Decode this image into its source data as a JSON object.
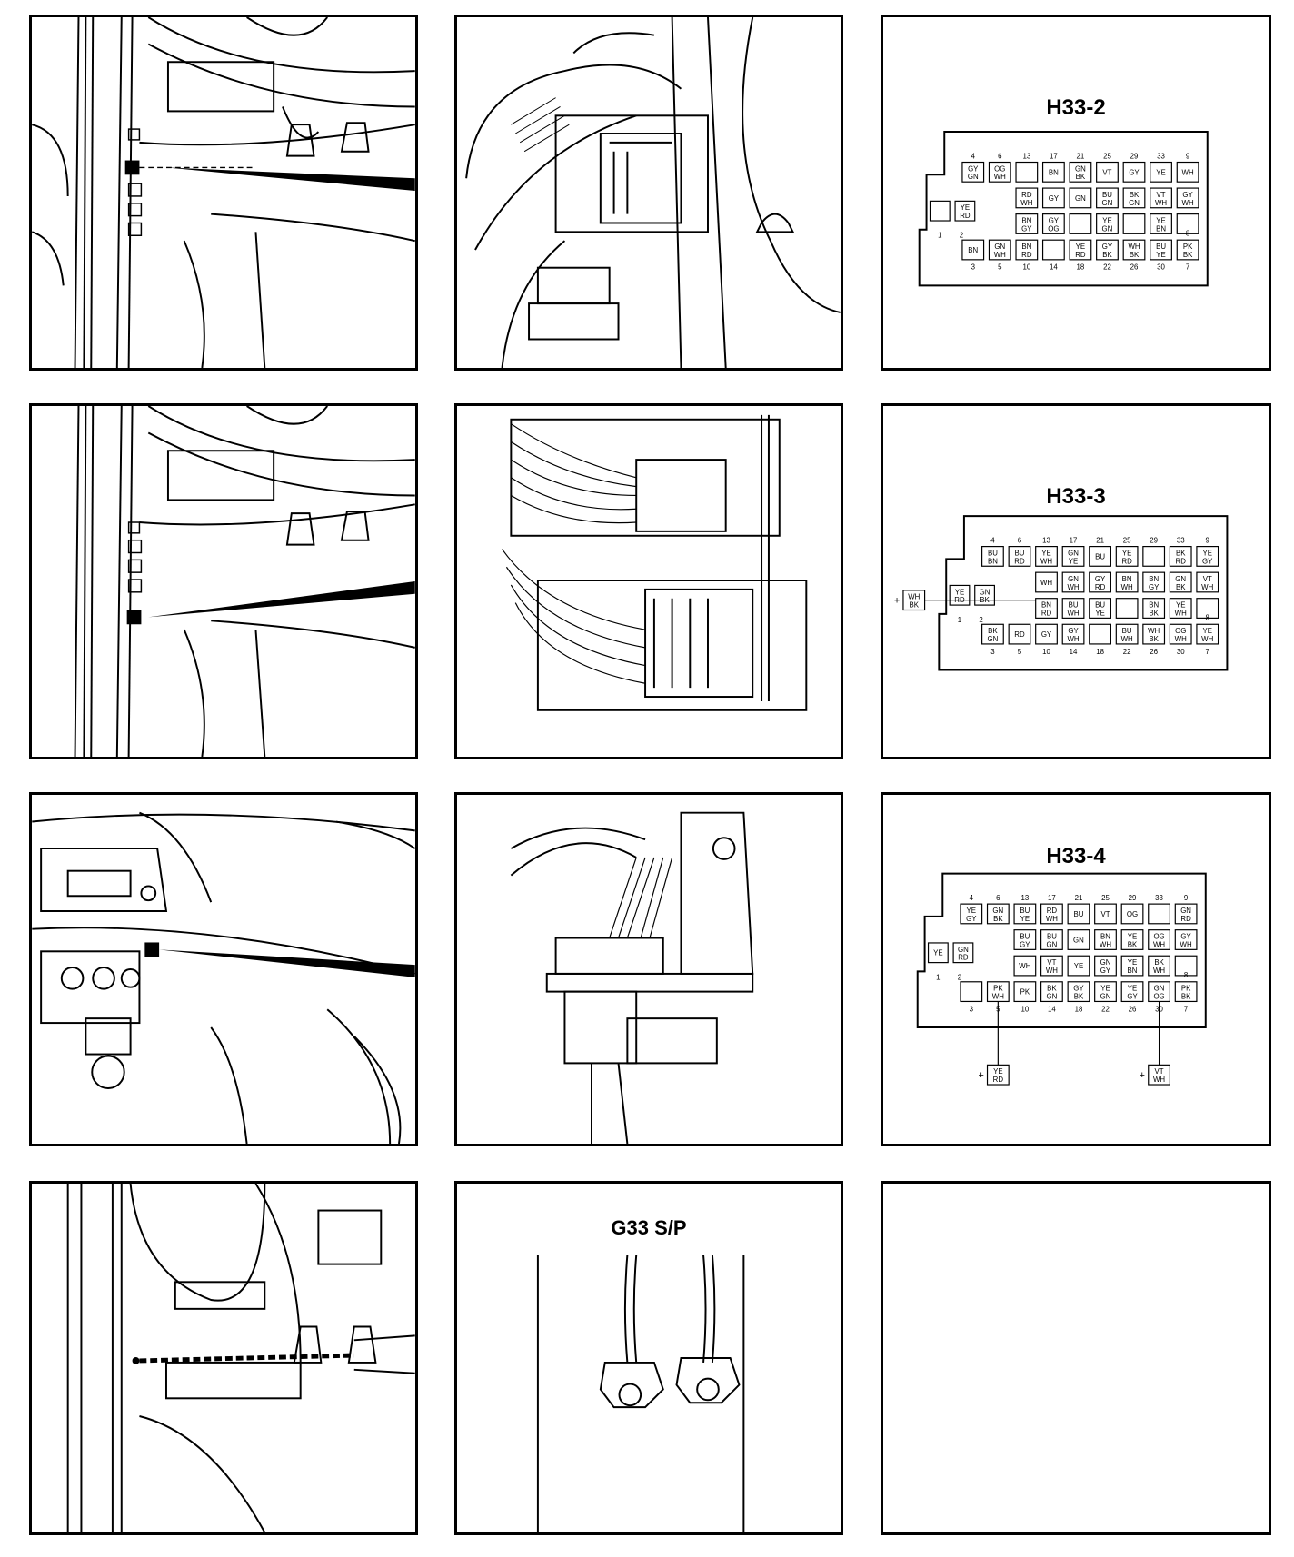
{
  "rows": [
    {
      "connector": {
        "title": "H33-2",
        "pin_numbers_top": [
          "4",
          "6",
          "13",
          "17",
          "21",
          "25",
          "29",
          "33",
          "9"
        ],
        "pin_numbers_bottom": [
          "3",
          "5",
          "10",
          "14",
          "18",
          "22",
          "26",
          "30",
          "7"
        ],
        "side_numbers": [
          "1",
          "2",
          "8"
        ],
        "cells": [
          [
            "GY GN",
            "OG WH",
            "",
            "BN",
            "GN BK",
            "VT",
            "GY",
            "YE",
            "WH"
          ],
          [
            "",
            "",
            "RD WH",
            "GY",
            "GN",
            "BU GN",
            "BK GN",
            "VT WH",
            "GY WH"
          ],
          [
            "",
            "",
            "BN GY",
            "GY OG",
            "",
            "YE GN",
            "",
            "YE BN",
            ""
          ],
          [
            "BN",
            "GN WH",
            "BN RD",
            "",
            "YE RD",
            "GY BK",
            "WH BK",
            "BU YE",
            "PK BK"
          ]
        ],
        "side_cells": [
          "",
          "YE RD"
        ]
      }
    },
    {
      "connector": {
        "title": "H33-3",
        "pin_numbers_top": [
          "4",
          "6",
          "13",
          "17",
          "21",
          "25",
          "29",
          "33",
          "9"
        ],
        "pin_numbers_bottom": [
          "3",
          "5",
          "10",
          "14",
          "18",
          "22",
          "26",
          "30",
          "7"
        ],
        "side_numbers": [
          "1",
          "2",
          "8"
        ],
        "cells": [
          [
            "BU BN",
            "BU RD",
            "YE WH",
            "GN YE",
            "BU",
            "YE RD",
            "",
            "BK RD",
            "YE GY"
          ],
          [
            "",
            "",
            "WH",
            "GN WH",
            "GY RD",
            "BN WH",
            "BN GY",
            "GN BK",
            "VT WH"
          ],
          [
            "",
            "",
            "BN RD",
            "BU WH",
            "BU YE",
            "",
            "BN BK",
            "YE WH",
            ""
          ],
          [
            "BK GN",
            "RD",
            "GY",
            "GY WH",
            "",
            "BU WH",
            "WH BK",
            "OG WH",
            "YE WH"
          ]
        ],
        "side_cells": [
          "YE RD",
          "GN BK"
        ],
        "external": [
          {
            "sign": "+",
            "label": "WH BK"
          }
        ]
      }
    },
    {
      "connector": {
        "title": "H33-4",
        "pin_numbers_top": [
          "4",
          "6",
          "13",
          "17",
          "21",
          "25",
          "29",
          "33",
          "9"
        ],
        "pin_numbers_bottom": [
          "3",
          "5",
          "10",
          "14",
          "18",
          "22",
          "26",
          "30",
          "7"
        ],
        "side_numbers": [
          "1",
          "2",
          "8"
        ],
        "cells": [
          [
            "YE GY",
            "GN BK",
            "BU YE",
            "RD WH",
            "BU",
            "VT",
            "OG",
            "",
            "GN RD"
          ],
          [
            "",
            "",
            "BU GY",
            "BU GN",
            "GN",
            "BN WH",
            "YE BK",
            "OG WH",
            "GY WH"
          ],
          [
            "",
            "",
            "WH",
            "VT WH",
            "YE",
            "GN GY",
            "YE BN",
            "BK WH",
            ""
          ],
          [
            "",
            "PK WH",
            "PK",
            "BK GN",
            "GY BK",
            "YE GN",
            "YE GY",
            "GN OG",
            "PK BK"
          ]
        ],
        "side_cells": [
          "YE",
          "GN RD"
        ],
        "external": [
          {
            "sign": "+",
            "label": "YE RD"
          },
          {
            "sign": "+",
            "label": "VT WH"
          }
        ]
      }
    },
    {
      "photo_title": "G33 S/P"
    }
  ]
}
